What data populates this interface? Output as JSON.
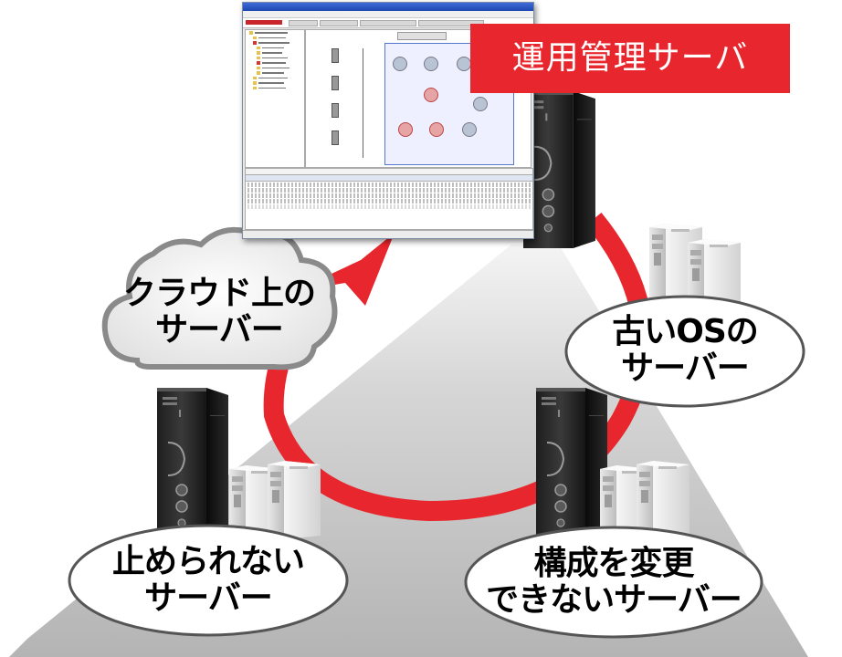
{
  "diagram": {
    "center_label": "運用管理サーバ",
    "nodes": [
      {
        "id": "cloud",
        "line1": "クラウド上の",
        "line2": "サーバー"
      },
      {
        "id": "old-os",
        "line1": "古いOSの",
        "line2": "サーバー"
      },
      {
        "id": "unstoppable",
        "line1": "止められない",
        "line2": "サーバー"
      },
      {
        "id": "unchangeable",
        "line1": "構成を変更",
        "line2": "できないサーバー"
      }
    ]
  },
  "colors": {
    "callout": "#e8262d",
    "arrow": "#e8262d",
    "floor": "#bdbdbd",
    "bubble_fill": "#ffffff",
    "bubble_stroke": "#555555"
  },
  "icons": {
    "management_console": "console-screenshot-icon",
    "tower_server": "tower-server-icon",
    "small_server": "small-server-icon",
    "cloud": "cloud-icon"
  }
}
